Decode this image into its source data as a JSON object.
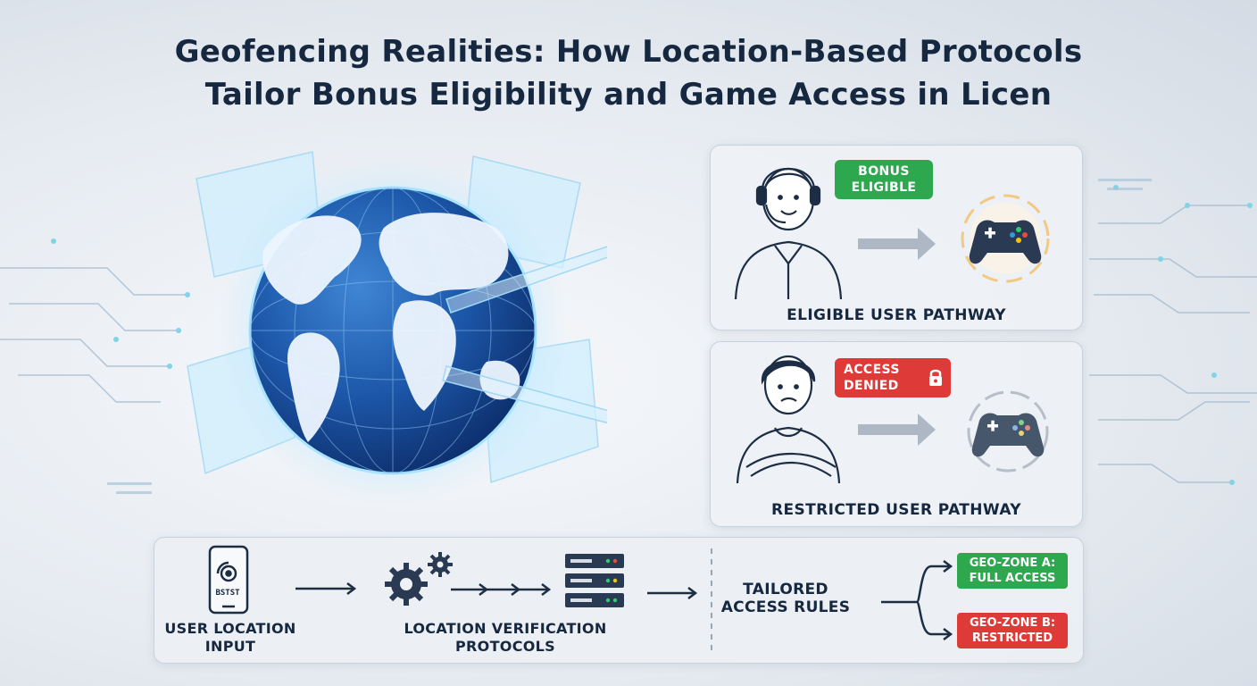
{
  "title": {
    "line1": "Geofencing Realities: How Location-Based Protocols",
    "line2": "Tailor Bonus Eligibility and Game Access in Licen"
  },
  "eligible_panel": {
    "badge_line1": "BONUS",
    "badge_line2": "ELIGIBLE",
    "label": "ELIGIBLE USER PATHWAY",
    "badge_color": "#2ea84f",
    "controller_glow": "#f5a623"
  },
  "restricted_panel": {
    "badge_line1": "ACCESS",
    "badge_line2": "DENIED",
    "label": "RESTRICTED USER PATHWAY",
    "badge_color": "#de3b38"
  },
  "process": {
    "step1_line1": "USER LOCATION",
    "step1_line2": "INPUT",
    "phone_code": "BSTST",
    "step2_line1": "LOCATION VERIFICATION",
    "step2_line2": "PROTOCOLS",
    "step3_line1": "TAILORED",
    "step3_line2": "ACCESS RULES",
    "zone_a_line1": "GEO-ZONE A:",
    "zone_a_line2": "FULL ACCESS",
    "zone_b_line1": "GEO-ZONE B:",
    "zone_b_line2": "RESTRICTED",
    "zone_a_color": "#2ea84f",
    "zone_b_color": "#de3b38"
  },
  "icons": [
    "globe-icon",
    "headset-user-icon",
    "crossed-arms-user-icon",
    "game-controller-icon",
    "lock-icon",
    "smartphone-icon",
    "gears-icon",
    "server-icon"
  ]
}
